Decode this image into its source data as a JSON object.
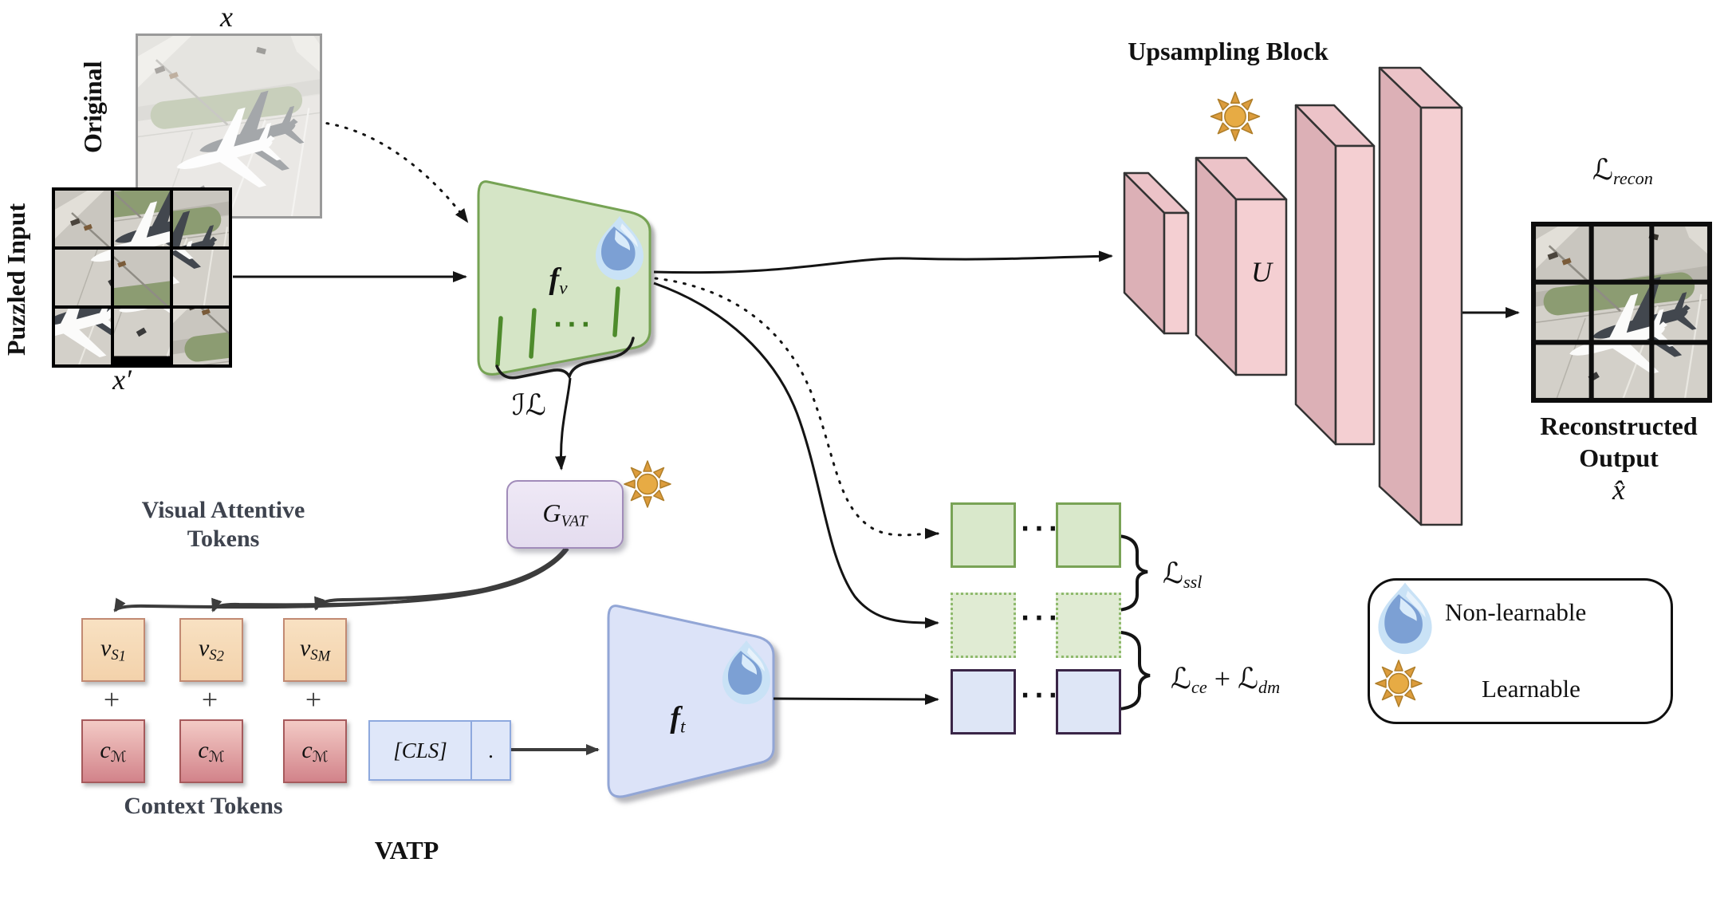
{
  "figure": {
    "inputs": {
      "original_var": "x",
      "original_label": "Original",
      "puzzled_label": "Puzzled Input",
      "puzzled_var": "x′"
    },
    "vision_encoder": {
      "name": "f",
      "sub": "v",
      "ellipsis": "···",
      "il_label": "ℐℒ"
    },
    "vatp": {
      "title": "VATP",
      "generator": {
        "name": "G",
        "sub": "VAT"
      },
      "visual_tokens_heading_line1": "Visual Attentive",
      "visual_tokens_heading_line2": "Tokens",
      "visual_tokens": [
        {
          "main": "v",
          "sub": "S",
          "index": "1"
        },
        {
          "main": "v",
          "sub": "S",
          "index": "2"
        },
        {
          "main": "v",
          "sub": "S",
          "index": "M"
        }
      ],
      "plus": "+",
      "context_token": {
        "main": "c",
        "sub": "ℳ"
      },
      "context_heading": "Context Tokens",
      "cls_token": "[CLS]",
      "cls_dot": "."
    },
    "text_encoder": {
      "name": "f",
      "sub": "t"
    },
    "upsampling": {
      "title": "Upsampling Block",
      "label": "U"
    },
    "reconstruction": {
      "loss_main": "ℒ",
      "loss_sub": "recon",
      "caption_line1": "Reconstructed",
      "caption_line2": "Output",
      "var": "x̂"
    },
    "token_rows": {
      "ellipsis": "···"
    },
    "losses": {
      "ssl_main": "ℒ",
      "ssl_sub": "ssl",
      "ce_main": "ℒ",
      "ce_sub": "ce",
      "plus": "+",
      "dm_main": "ℒ",
      "dm_sub": "dm"
    },
    "legend": {
      "non_learnable": "Non-learnable",
      "learnable": "Learnable"
    },
    "colors": {
      "encoder_green": "#d5e5c6",
      "encoder_green_border": "#76a354",
      "encoder_blue": "#dce3f8",
      "encoder_blue_border": "#92a6d6",
      "gvat_purple": "#e9e2f2",
      "pink_block": "#f4cfd2",
      "token_orange": "#f5d8b4",
      "token_red": "#dd9a9e",
      "square_green": "#d9e8cb",
      "square_blue_border": "#3a2547",
      "sun_gold": "#e7ab44",
      "drop_blue": "#7ca0d4"
    }
  }
}
